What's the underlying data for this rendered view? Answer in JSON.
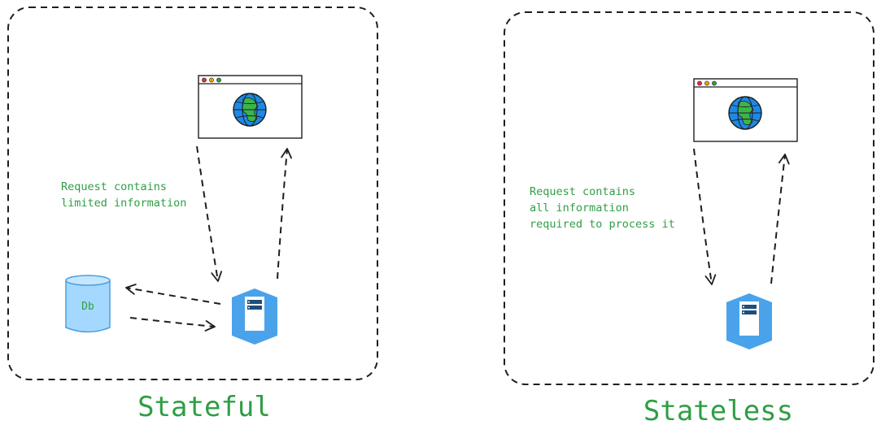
{
  "panels": [
    {
      "title": "Stateful",
      "note_lines": [
        "Request contains",
        "limited information"
      ],
      "database_label": "Db"
    },
    {
      "title": "Stateless",
      "note_lines": [
        "Request contains",
        "all information",
        "required to process it"
      ]
    }
  ],
  "colors": {
    "label_green": "#2f9e44",
    "server_blue": "#4aa3ea",
    "db_fill": "#a5d8ff",
    "db_stroke": "#4a9fe0",
    "globe_blue": "#1e88e5",
    "globe_land": "#3bb54a",
    "window_dots": [
      "#e03131",
      "#f59f00",
      "#2f9e44"
    ],
    "stroke": "#1e1e1e"
  },
  "icons": [
    "browser-window-icon",
    "globe-icon",
    "server-icon",
    "database-icon"
  ]
}
